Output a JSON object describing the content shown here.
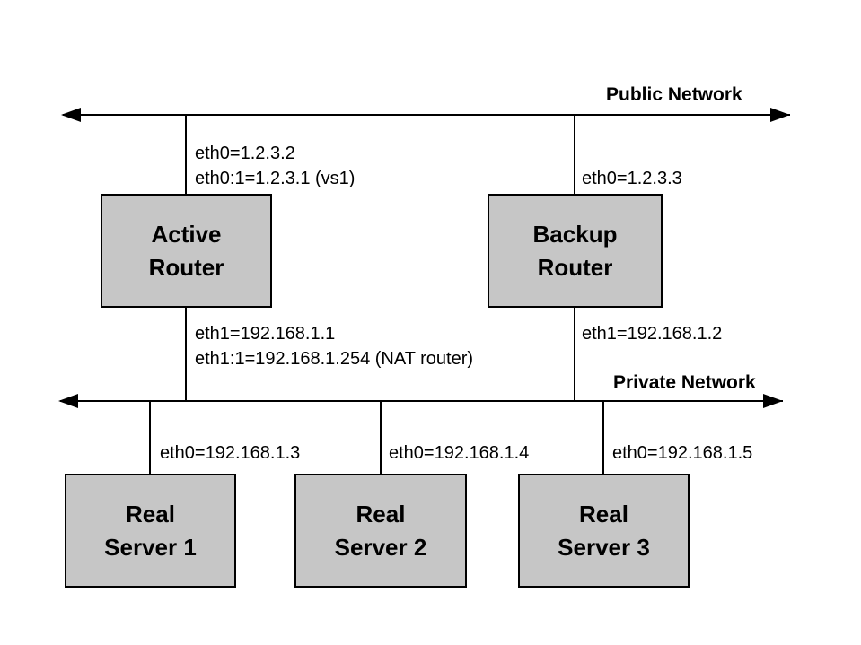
{
  "colors": {
    "background": "#ffffff",
    "line": "#000000",
    "node_fill": "#c6c6c6",
    "node_border": "#000000",
    "text": "#000000"
  },
  "networks": {
    "public": {
      "label": "Public Network"
    },
    "private": {
      "label": "Private Network"
    }
  },
  "nodes": {
    "active_router": {
      "line1": "Active",
      "line2": "Router"
    },
    "backup_router": {
      "line1": "Backup",
      "line2": "Router"
    },
    "real_server_1": {
      "line1": "Real",
      "line2": "Server 1"
    },
    "real_server_2": {
      "line1": "Real",
      "line2": "Server 2"
    },
    "real_server_3": {
      "line1": "Real",
      "line2": "Server 3"
    }
  },
  "interfaces": {
    "active_router_public_eth0": "eth0=1.2.3.2",
    "active_router_public_alias": "eth0:1=1.2.3.1 (vs1)",
    "backup_router_public_eth0": "eth0=1.2.3.3",
    "active_router_private_eth1": "eth1=192.168.1.1",
    "active_router_private_alias": "eth1:1=192.168.1.254 (NAT router)",
    "backup_router_private_eth1": "eth1=192.168.1.2",
    "real_server_1_eth0": "eth0=192.168.1.3",
    "real_server_2_eth0": "eth0=192.168.1.4",
    "real_server_3_eth0": "eth0=192.168.1.5"
  }
}
